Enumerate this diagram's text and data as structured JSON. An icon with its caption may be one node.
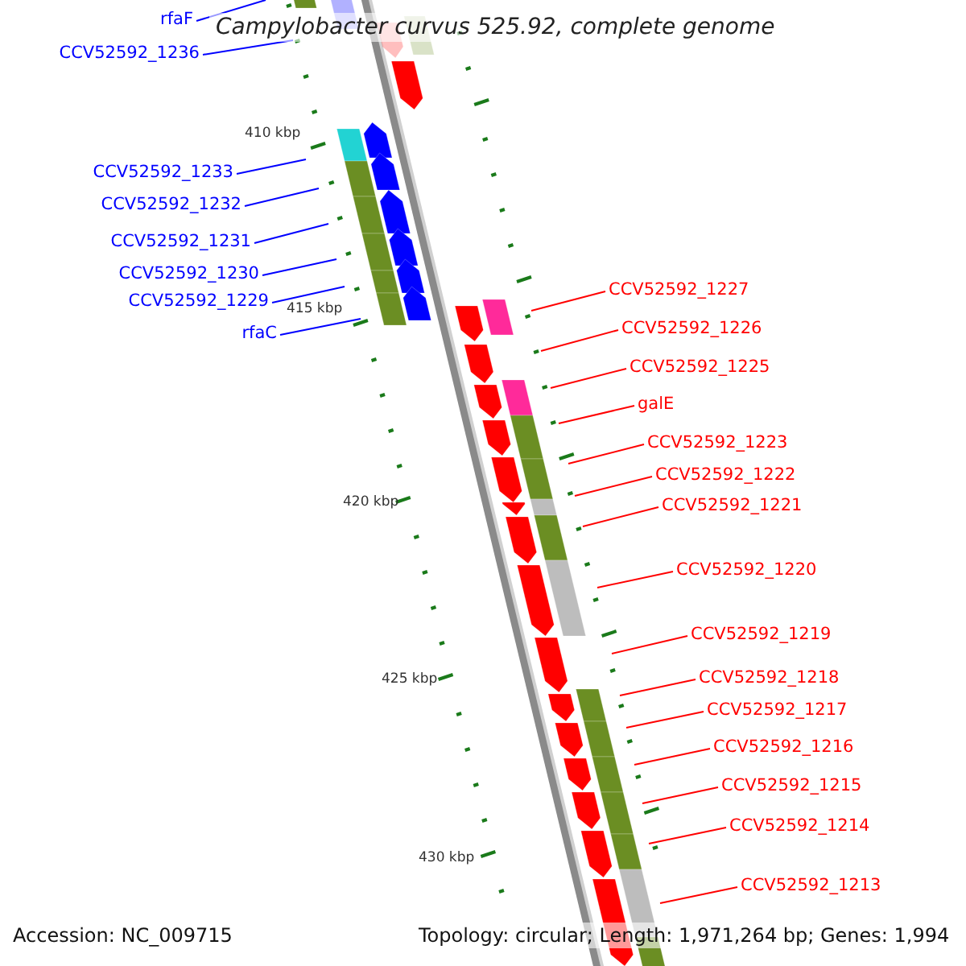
{
  "diagram": {
    "title": "Campylobacter curvus 525.92, complete genome",
    "nodes": [
      {
        "text": [
          "rfaF"
        ]
      },
      {
        "text": [
          "CCV52592_1236"
        ]
      },
      {
        "text": [
          "CCV52592_1233"
        ]
      },
      {
        "text": [
          "CCV52592_1232"
        ]
      },
      {
        "text": [
          "CCV52592_1231"
        ]
      },
      {
        "text": [
          "CCV52592_1230"
        ]
      },
      {
        "text": [
          "CCV52592_1229"
        ]
      },
      {
        "text": [
          "rfaC"
        ]
      },
      {
        "text": [
          "CCV52592_1227"
        ]
      },
      {
        "text": [
          "CCV52592_1226"
        ]
      },
      {
        "text": [
          "CCV52592_1225"
        ]
      },
      {
        "text": [
          "galE"
        ]
      },
      {
        "text": [
          "CCV52592_1223"
        ]
      },
      {
        "text": [
          "CCV52592_1222"
        ]
      },
      {
        "text": [
          "CCV52592_1221"
        ]
      },
      {
        "text": [
          "CCV52592_1220"
        ]
      },
      {
        "text": [
          "CCV52592_1219"
        ]
      },
      {
        "text": [
          "CCV52592_1218"
        ]
      },
      {
        "text": [
          "CCV52592_1217"
        ]
      },
      {
        "text": [
          "CCV52592_1216"
        ]
      },
      {
        "text": [
          "CCV52592_1215"
        ]
      },
      {
        "text": [
          "CCV52592_1214"
        ]
      },
      {
        "text": [
          "CCV52592_1213"
        ]
      }
    ],
    "edges": [
      {
        "from": 0,
        "to": null,
        "arrow": "none",
        "color": "#0000ff"
      },
      {
        "from": 1,
        "to": null,
        "arrow": "none",
        "color": "#0000ff"
      },
      {
        "from": 2,
        "to": null,
        "arrow": "none",
        "color": "#0000ff"
      },
      {
        "from": 3,
        "to": null,
        "arrow": "none",
        "color": "#0000ff"
      },
      {
        "from": 4,
        "to": null,
        "arrow": "none",
        "color": "#0000ff"
      },
      {
        "from": 5,
        "to": null,
        "arrow": "none",
        "color": "#0000ff"
      },
      {
        "from": 6,
        "to": null,
        "arrow": "none",
        "color": "#0000ff"
      },
      {
        "from": 7,
        "to": null,
        "arrow": "none",
        "color": "#0000ff"
      },
      {
        "from": 8,
        "to": null,
        "arrow": "none"
      },
      {
        "from": 9,
        "to": null,
        "arrow": "none"
      },
      {
        "from": 10,
        "to": null,
        "arrow": "none"
      },
      {
        "from": 11,
        "to": null,
        "arrow": "none"
      },
      {
        "from": 12,
        "to": null,
        "arrow": "none"
      },
      {
        "from": 13,
        "to": null,
        "arrow": "none"
      },
      {
        "from": 14,
        "to": null,
        "arrow": "none"
      },
      {
        "from": 15,
        "to": null,
        "arrow": "none"
      },
      {
        "from": 16,
        "to": null,
        "arrow": "none"
      },
      {
        "from": 17,
        "to": null,
        "arrow": "none"
      },
      {
        "from": 18,
        "to": null,
        "arrow": "none"
      },
      {
        "from": 19,
        "to": null,
        "arrow": "none"
      },
      {
        "from": 20,
        "to": null,
        "arrow": "none"
      },
      {
        "from": 21,
        "to": null,
        "arrow": "none"
      },
      {
        "from": 22,
        "to": null,
        "arrow": "none"
      }
    ],
    "labels": [
      "410 kbp",
      "415 kbp",
      "420 kbp",
      "425 kbp",
      "430 kbp",
      "Accession: NC_009715",
      "Topology: circular; Length: 1,971,264 bp; Genes: 1,994"
    ]
  }
}
